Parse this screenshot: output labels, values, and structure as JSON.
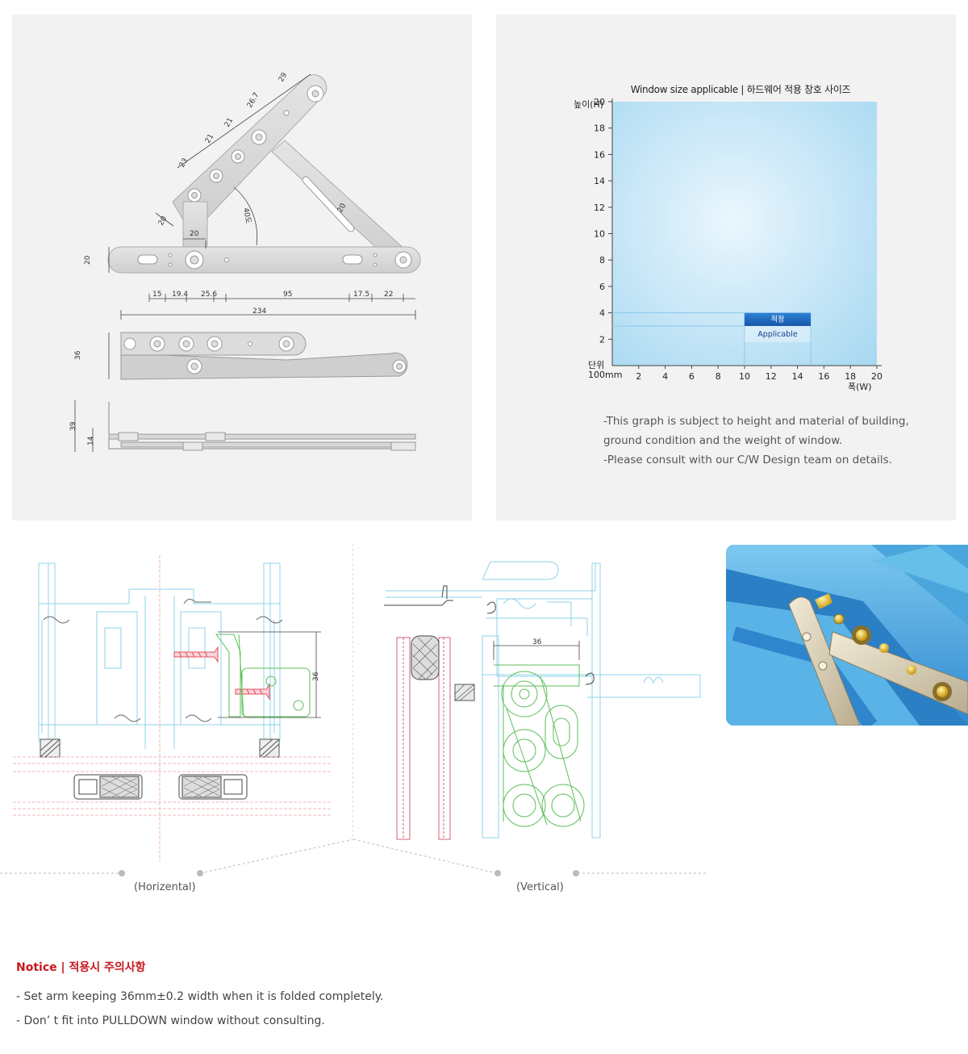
{
  "spec_drawing": {
    "dims_top_arm": [
      "29",
      "26.7",
      "21",
      "21",
      "23",
      "20"
    ],
    "angle_label": "40도",
    "link_width": "20",
    "arm_offset": "20",
    "base_height": "20",
    "dims_bottom": [
      "15",
      "19.4",
      "25.6",
      "95",
      "17.5",
      "22"
    ],
    "overall_length": "234",
    "folded_width": "36",
    "side_total": "39",
    "side_thickness": "14"
  },
  "chart": {
    "title": "Window size applicable | 하드웨어 적용 창호 사이즈",
    "y_label": "높이(H)",
    "x_label": "폭(W)",
    "unit_label_1": "단위",
    "unit_label_2": "100mm",
    "region_label_ko": "적정",
    "region_label_en": "Applicable",
    "note_line_1": "-This graph is subject to height and material of building,",
    "note_line_2": "ground condition and the weight of window.",
    "note_line_3": "-Please consult with our C/W Design team on details."
  },
  "chart_data": {
    "type": "area",
    "title": "Window size applicable | 하드웨어 적용 창호 사이즈",
    "xlabel": "폭(W)",
    "ylabel": "높이(H)",
    "unit": "100mm",
    "xlim": [
      0,
      20
    ],
    "ylim": [
      0,
      20
    ],
    "x_ticks": [
      2,
      4,
      6,
      8,
      10,
      12,
      14,
      16,
      18,
      20
    ],
    "y_ticks": [
      2,
      4,
      6,
      8,
      10,
      12,
      14,
      16,
      18,
      20
    ],
    "applicable_region": {
      "x": [
        10,
        15
      ],
      "y": [
        3,
        4
      ]
    },
    "colors": {
      "area": "#bfe3f5",
      "region": "#1f6fc4",
      "line": "#8cc8ea"
    }
  },
  "section": {
    "dim_36_a": "36",
    "dim_36_b": "36",
    "caption_horizontal": "(Horizental)",
    "caption_vertical": "(Vertical)"
  },
  "notice": {
    "title": "Notice | 적용시 주의사항",
    "items": [
      "- Set arm keeping 36mm±0.2 width when it is folded completely.",
      "- Don’ t fit into PULLDOWN window without consulting."
    ]
  }
}
